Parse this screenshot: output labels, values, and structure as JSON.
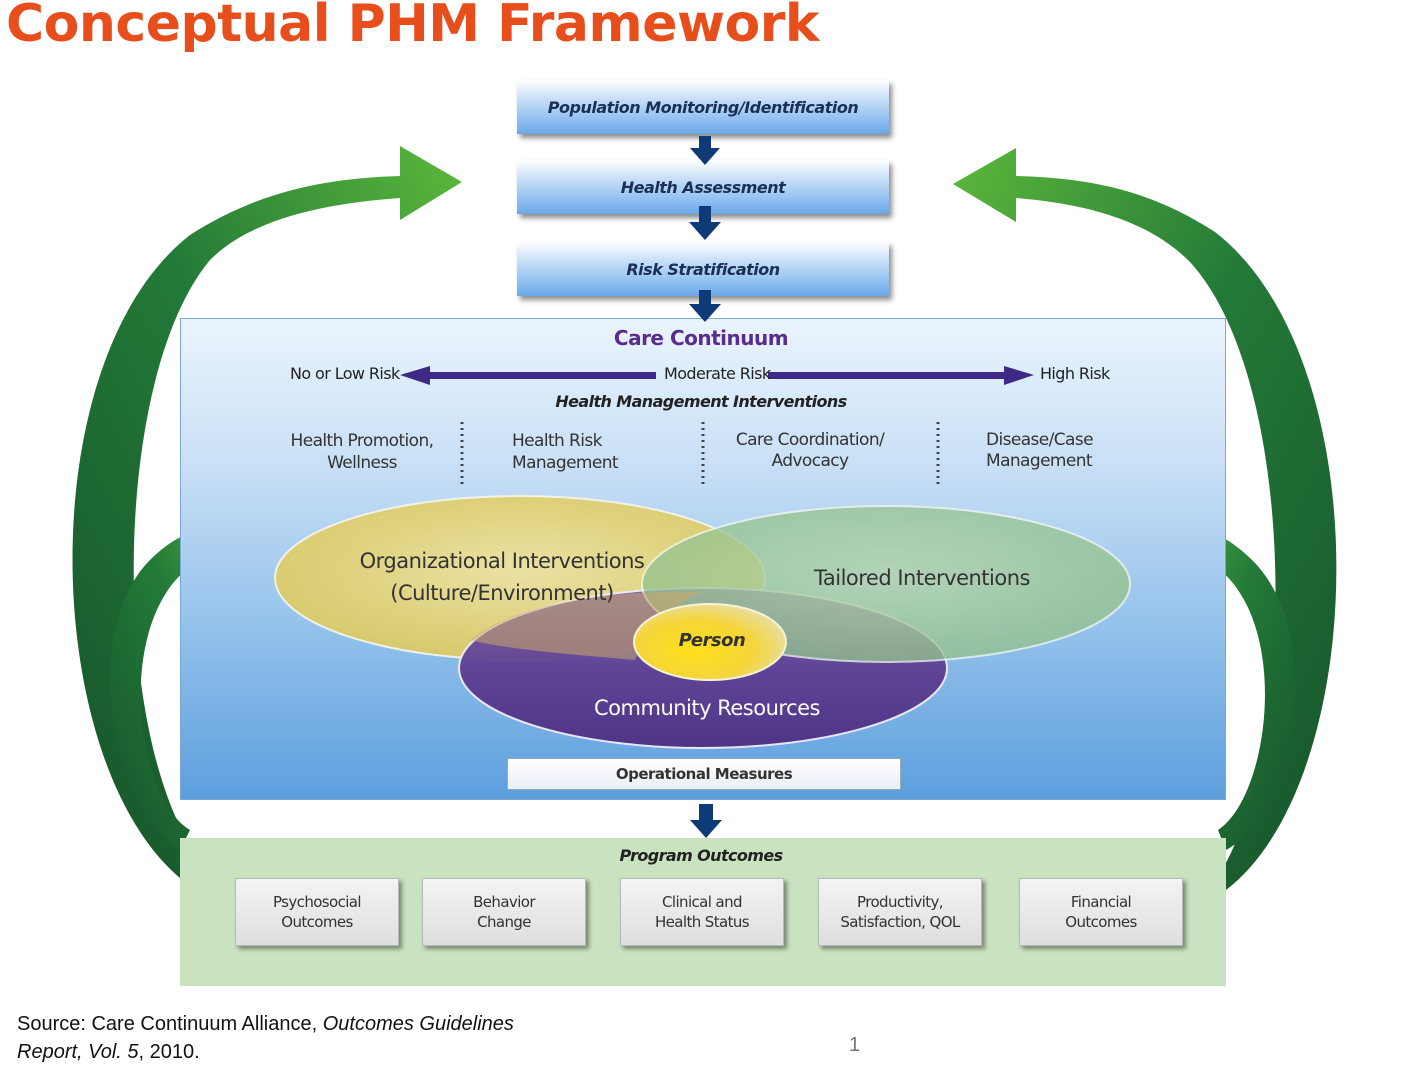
{
  "title": "Conceptual PHM Framework",
  "steps": [
    "Population Monitoring/Identification",
    "Health Assessment",
    "Risk Stratification"
  ],
  "care_continuum": {
    "title": "Care Continuum",
    "risk_low": "No or Low Risk",
    "risk_moderate": "Moderate Risk",
    "risk_high": "High Risk",
    "interventions_title": "Health Management Interventions",
    "interventions": [
      "Health Promotion,\nWellness",
      "Health Risk\nManagement",
      "Care Coordination/\nAdvocacy",
      "Disease/Case\nManagement"
    ],
    "venn": {
      "organizational_line1": "Organizational Interventions",
      "organizational_line2": "(Culture/Environment)",
      "tailored": "Tailored Interventions",
      "community": "Community Resources",
      "person": "Person"
    },
    "operational_measures": "Operational Measures"
  },
  "program_outcomes": {
    "title": "Program Outcomes",
    "items": [
      "Psychosocial\nOutcomes",
      "Behavior\nChange",
      "Clinical and\nHealth Status",
      "Productivity,\nSatisfaction, QOL",
      "Financial\nOutcomes"
    ]
  },
  "source": {
    "prefix": "Source: Care Continuum Alliance, ",
    "italic_title": "Outcomes Guidelines",
    "italic_title2": "Report, Vol. 5",
    "suffix": ", 2010."
  },
  "page_number": "1",
  "colors": {
    "title": "#e84e1b",
    "arrow_green_dark": "#1d5c2f",
    "arrow_green_light": "#5cb83b",
    "arrow_navy": "#0f3a78",
    "risk_arrow": "#3e2a86",
    "organizational_ellipse": "#e6d77a",
    "tailored_ellipse": "#9fc99a",
    "community_ellipse": "#5e3f93",
    "person_ellipse": "#f7d21a"
  }
}
